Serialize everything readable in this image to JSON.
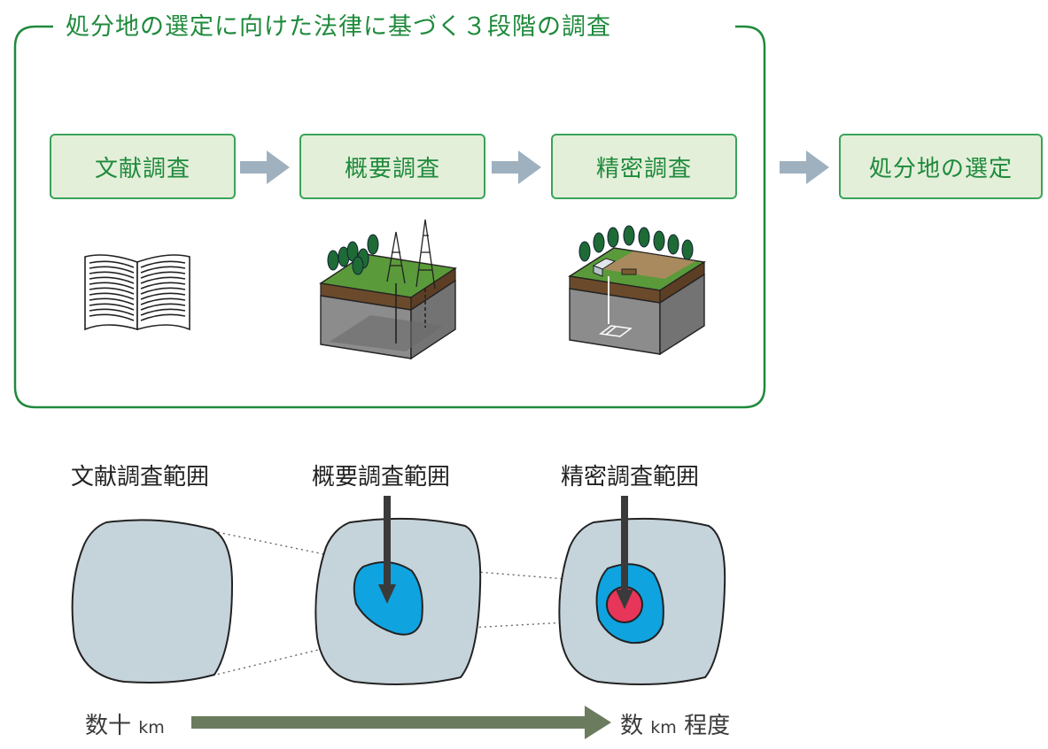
{
  "frame": {
    "title": "処分地の選定に向けた法律に基づく３段階の調査"
  },
  "stages": [
    {
      "label": "文献調査",
      "icon": "open-book-icon"
    },
    {
      "label": "概要調査",
      "icon": "borehole-tower-icon"
    },
    {
      "label": "精密調査",
      "icon": "underground-facility-icon"
    }
  ],
  "result": {
    "label": "処分地の選定"
  },
  "areas": [
    {
      "label": "文献調査範囲"
    },
    {
      "label": "概要調査範囲"
    },
    {
      "label": "精密調査範囲"
    }
  ],
  "scale": {
    "start_num": "数十",
    "start_unit": "km",
    "end_num": "数",
    "end_unit": "km",
    "end_suffix": "程度"
  },
  "colors": {
    "frame_green": "#1f8a3c",
    "box_fill": "#e3efd9",
    "step_arrow": "#9fb1bf",
    "area_fill": "#c5d3da",
    "overview_area": "#0fa3e0",
    "detailed_area": "#e8355a",
    "scale_arrow": "#6b7c5e"
  }
}
